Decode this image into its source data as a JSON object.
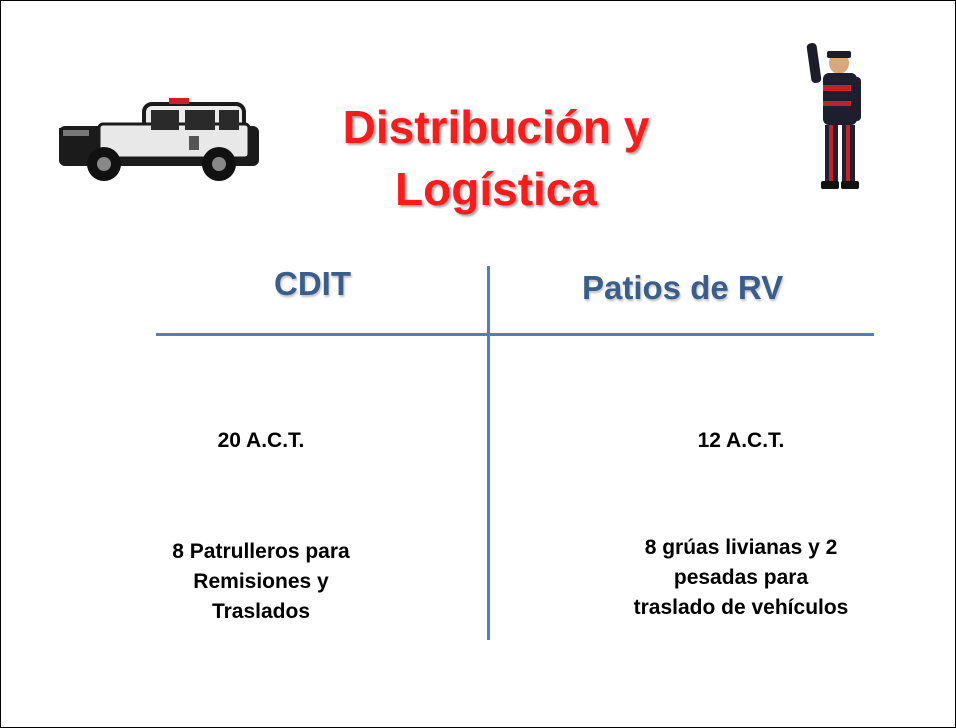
{
  "slide": {
    "title_line1": "Distribución y",
    "title_line2": "Logística",
    "left": {
      "heading": "CDIT",
      "act": "20 A.C.T.",
      "desc_line1": "8 Patrulleros para",
      "desc_line2": "Remisiones y",
      "desc_line3": "Traslados"
    },
    "right": {
      "heading": "Patios de RV",
      "act": "12 A.C.T.",
      "desc_line1": "8 grúas livianas y 2",
      "desc_line2": "pesadas para",
      "desc_line3": "traslado de vehículos"
    }
  },
  "colors": {
    "title": "#ff1a1a",
    "heading": "#3a5e8c",
    "divider": "#4f7fbd"
  },
  "images": {
    "left": "patrol-pickup-truck",
    "right": "traffic-police-officer"
  }
}
